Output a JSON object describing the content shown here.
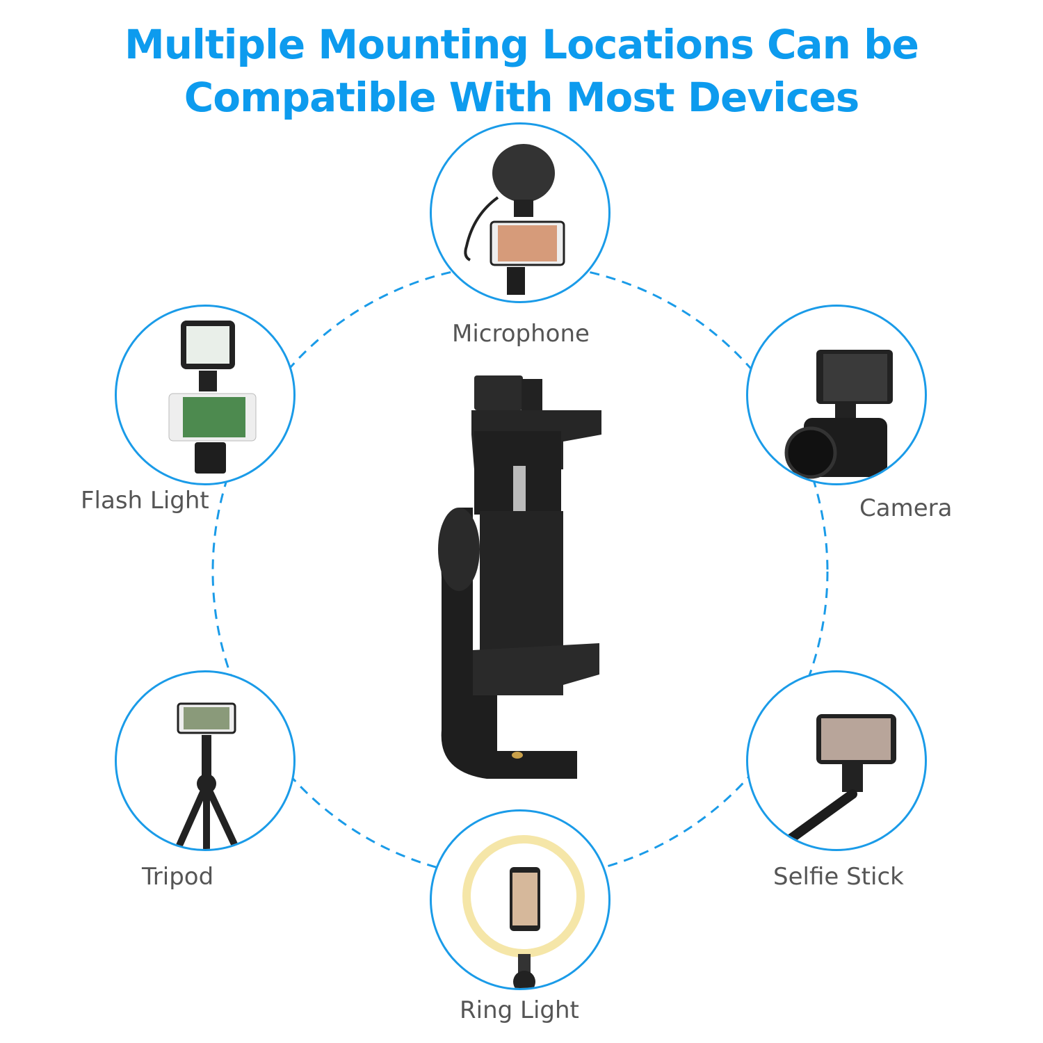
{
  "title": {
    "line1": "Multiple Mounting Locations Can be",
    "line2": "Compatible With Most Devices"
  },
  "colors": {
    "accent": "#0d9bee",
    "label": "#555555",
    "product": "#1c1c1c"
  },
  "devices": [
    {
      "label": "Microphone"
    },
    {
      "label": "Flash Light"
    },
    {
      "label": "Camera"
    },
    {
      "label": "Tripod"
    },
    {
      "label": "Selfie Stick"
    },
    {
      "label": "Ring Light"
    }
  ]
}
